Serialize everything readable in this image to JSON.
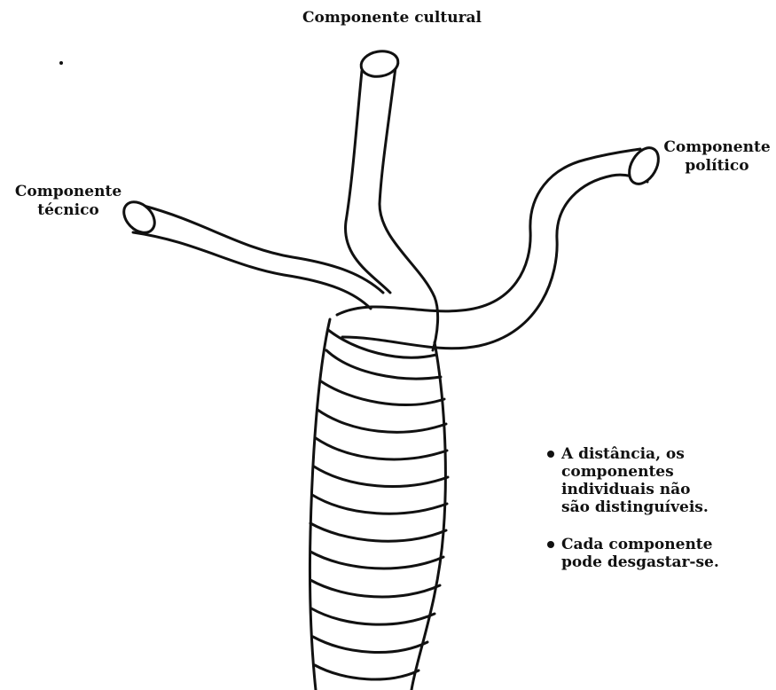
{
  "labels": {
    "cultural": "Componente cultural",
    "tecnico": "Componente\ntécnico",
    "politico": "Componente\npolítico"
  },
  "notes": [
    "A distância, os\ncomponentes\nindividuais não\nsão distinguíveis.",
    "Cada componente\npode desgastar-se."
  ]
}
